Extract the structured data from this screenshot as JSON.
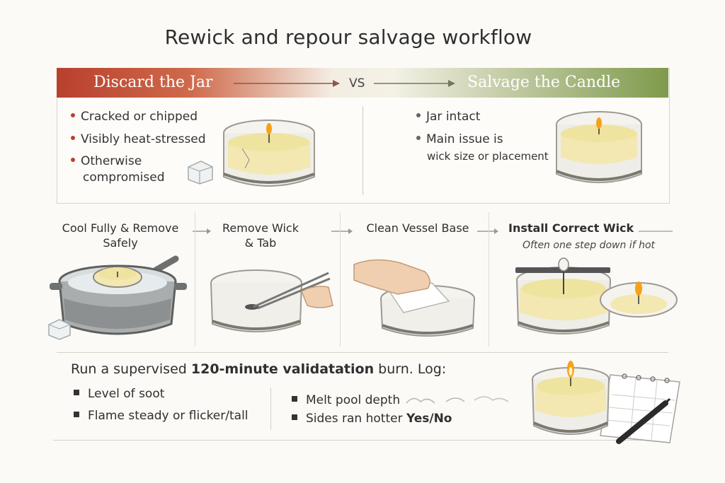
{
  "title": "Rewick and repour salvage workflow",
  "comparison": {
    "left_heading": "Discard the Jar",
    "vs": "VS",
    "right_heading": "Salvage the Candle",
    "left_items": [
      "Cracked or chipped",
      "Visibly heat-stressed",
      "Otherwise",
      "compromised"
    ],
    "right_items": [
      "Jar intact",
      "Main issue is",
      "wick size or placement"
    ]
  },
  "steps": [
    {
      "line1": "Cool Fully & Remove",
      "line2": "Safely"
    },
    {
      "line1": "Remove Wick",
      "line2": "& Tab"
    },
    {
      "line1": "Clean Vessel Base"
    },
    {
      "line1": "Install Correct Wick",
      "note": "Often one step down if hot"
    }
  ],
  "log": {
    "prefix": "Run a supervised ",
    "bold": "120-minute validatation",
    "suffix": " burn. Log:",
    "left_items": [
      "Level of soot",
      "Flame steady or flicker/tall"
    ],
    "right_item1": "Melt pool depth",
    "right_item2_prefix": "Sides ran hotter ",
    "right_item2_bold": "Yes/No"
  },
  "colors": {
    "discard": "#b8402d",
    "salvage": "#7f9a4c",
    "wax": "#f1e6a8",
    "flame": "#f4a21a"
  }
}
